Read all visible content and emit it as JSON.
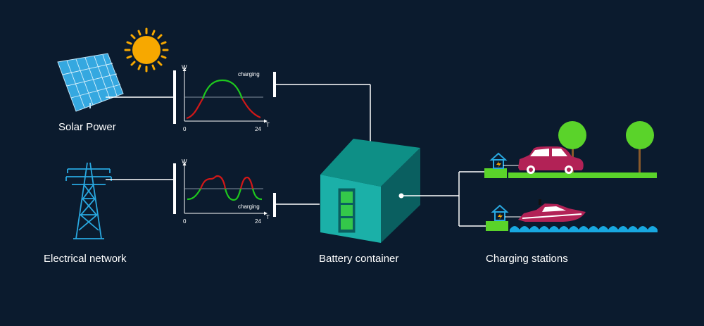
{
  "labels": {
    "solar": "Solar Power",
    "network": "Electrical network",
    "battery": "Battery container",
    "charging_stations": "Charging stations"
  },
  "solar_chart": {
    "y_axis": "W",
    "x_axis": "T",
    "x_start": "0",
    "x_end": "24",
    "annotation": "charging"
  },
  "grid_chart": {
    "y_axis": "W",
    "x_axis": "T",
    "x_start": "0",
    "x_end": "24",
    "annotation": "charging"
  },
  "icons": [
    "solar-panel-icon",
    "sun-icon",
    "power-pylon-icon",
    "battery-container-icon",
    "charger-house-icon",
    "car-icon",
    "boat-icon",
    "tree-icon",
    "water-waves-icon"
  ],
  "colors": {
    "background": "#0b1b2e",
    "sun": "#f7a800",
    "solar_panel": "#35a8e0",
    "pylon": "#29a8e0",
    "battery_front": "#1bb0a8",
    "battery_top": "#0e8f86",
    "battery_side": "#0a5f60",
    "cells": "#34c84a",
    "grass": "#5ad32a",
    "vehicle": "#b22256",
    "water": "#18a8e0",
    "charging_curve": "#1ec81e",
    "discharge_curve": "#d21818"
  }
}
